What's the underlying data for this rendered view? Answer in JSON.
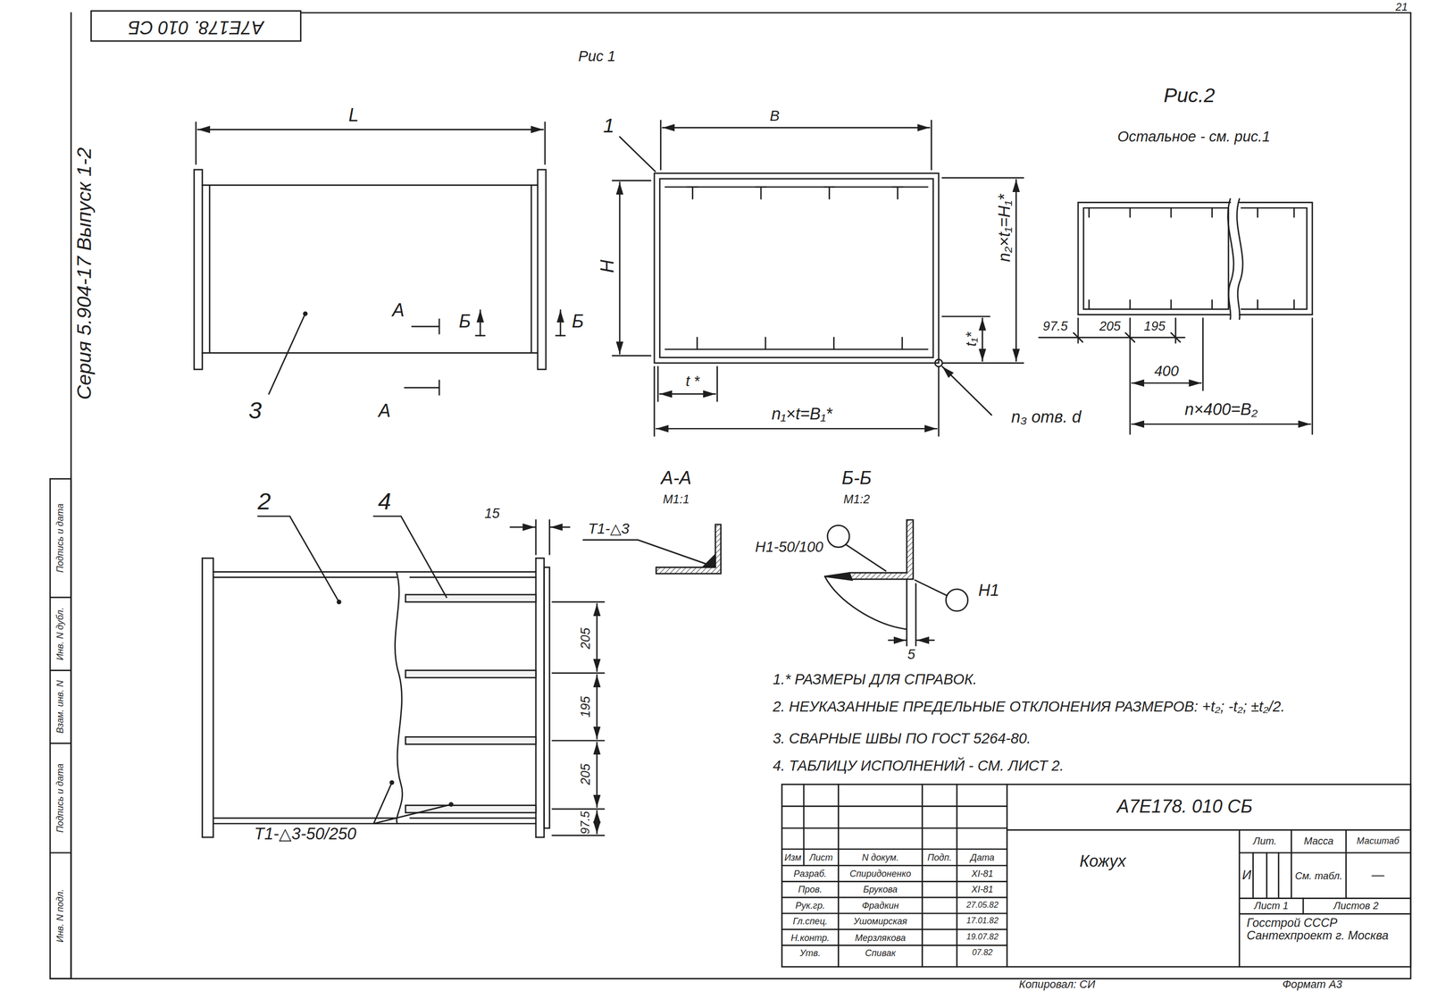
{
  "diagram": {
    "labels": [
      "А7Е178. 010 СБ",
      "Рис 1",
      "L",
      "1",
      "В",
      "Рис.2",
      "Остальное - см. рис.1",
      "Серия 5.904-17 Выпуск 1-2",
      "Н",
      "n₂×t₁=Н₁*",
      "А",
      "Б",
      "Б",
      "t₁*",
      "3",
      "А",
      "97.5",
      "205",
      "195",
      "400",
      "t *",
      "n₁×t=В₁*",
      "n₃ отв. d",
      "n×400=В₂",
      "2",
      "4",
      "15",
      "А-А",
      "М1:1",
      "Б-Б",
      "М1:2",
      "Т1-△3",
      "Н1-50/100",
      "Н1",
      "5",
      "205",
      "195",
      "205",
      "97.5",
      "Т1-△3-50/250",
      "1.* РАЗМЕРЫ ДЛЯ СПРАВОК.",
      "2. НЕУКАЗАННЫЕ ПРЕДЕЛЬНЫЕ ОТКЛОНЕНИЯ РАЗМЕРОВ: +t₂; -t₂; ±t₂/2.",
      "3. СВАРНЫЕ ШВЫ ПО ГОСТ 5264-80.",
      "4. ТАБЛИЦУ ИСПОЛНЕНИЙ - СМ. ЛИСТ 2.",
      "А7Е178. 010 СБ",
      "Кожух",
      "Изм",
      "Лист",
      "N докум.",
      "Подп.",
      "Дата",
      "Разраб.",
      "Спиридоненко",
      "XI-81",
      "Пров.",
      "Брукова",
      "XI-81",
      "Рук.гр.",
      "Фрадкин",
      "27.05.82",
      "Гл.спец.",
      "Ушомирская",
      "17.01.82",
      "Н.контр.",
      "Мерзлякова",
      "19.07.82",
      "Утв.",
      "Спивак",
      "07.82",
      "Лит.",
      "Масса",
      "Масштаб",
      "И",
      "См. табл.",
      "—",
      "Лист 1",
      "Листов 2",
      "Госстрой СССР Сантехпроект г. Москва",
      "Копировал: СИ",
      "Формат А3",
      "21",
      "Инв. N подл.",
      "Подпись и дата",
      "Взам. инв. N",
      "Инв. N дубл.",
      "Подпись и дата"
    ]
  }
}
